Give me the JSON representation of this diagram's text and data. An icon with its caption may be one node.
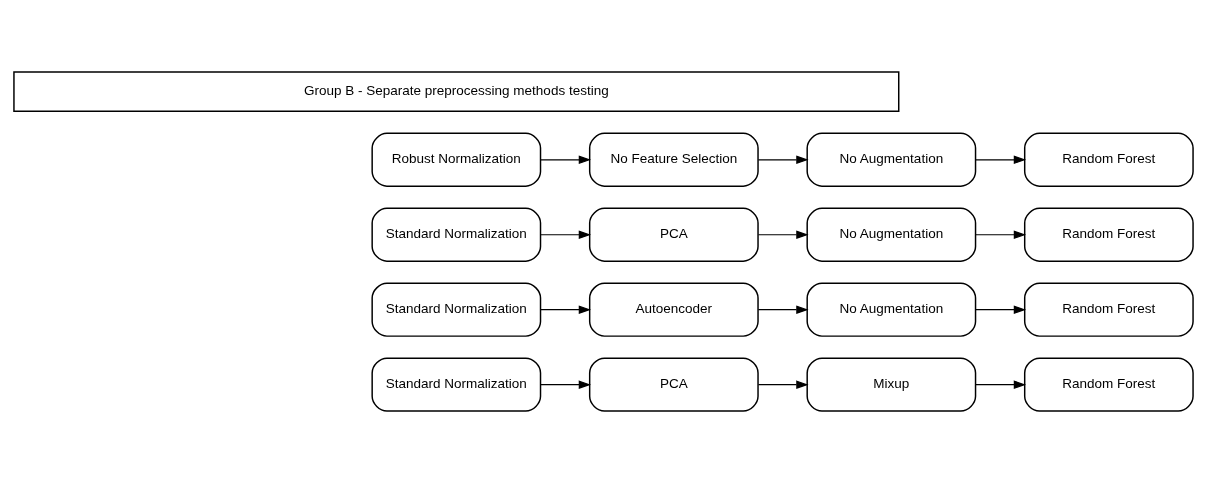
{
  "diagram": {
    "nodes": [
      {
        "text": [
          "Group B - Separate preprocessing methods testing"
        ]
      },
      {
        "text": [
          "Robust Normalization"
        ]
      },
      {
        "text": [
          "No Feature Selection"
        ]
      },
      {
        "text": [
          "No Augmentation"
        ]
      },
      {
        "text": [
          "Random Forest"
        ]
      },
      {
        "text": [
          "Standard Normalization"
        ]
      },
      {
        "text": [
          "PCA"
        ]
      },
      {
        "text": [
          "No Augmentation"
        ]
      },
      {
        "text": [
          "Random Forest"
        ]
      },
      {
        "text": [
          "Standard Normalization"
        ]
      },
      {
        "text": [
          "Autoencoder"
        ]
      },
      {
        "text": [
          "No Augmentation"
        ]
      },
      {
        "text": [
          "Random Forest"
        ]
      },
      {
        "text": [
          "Standard Normalization"
        ]
      },
      {
        "text": [
          "PCA"
        ]
      },
      {
        "text": [
          "Mixup"
        ]
      },
      {
        "text": [
          "Random Forest"
        ]
      }
    ],
    "edges": [
      {
        "from": 1,
        "to": 2,
        "arrow": "to"
      },
      {
        "from": 2,
        "to": 3,
        "arrow": "to"
      },
      {
        "from": 3,
        "to": 4,
        "arrow": "to"
      },
      {
        "from": 5,
        "to": 6,
        "arrow": "to"
      },
      {
        "from": 6,
        "to": 7,
        "arrow": "to"
      },
      {
        "from": 7,
        "to": 8,
        "arrow": "to"
      },
      {
        "from": 9,
        "to": 10,
        "arrow": "to"
      },
      {
        "from": 10,
        "to": 11,
        "arrow": "to"
      },
      {
        "from": 11,
        "to": 12,
        "arrow": "to"
      },
      {
        "from": 13,
        "to": 14,
        "arrow": "to"
      },
      {
        "from": 14,
        "to": 15,
        "arrow": "to"
      },
      {
        "from": 15,
        "to": 16,
        "arrow": "to"
      }
    ]
  }
}
